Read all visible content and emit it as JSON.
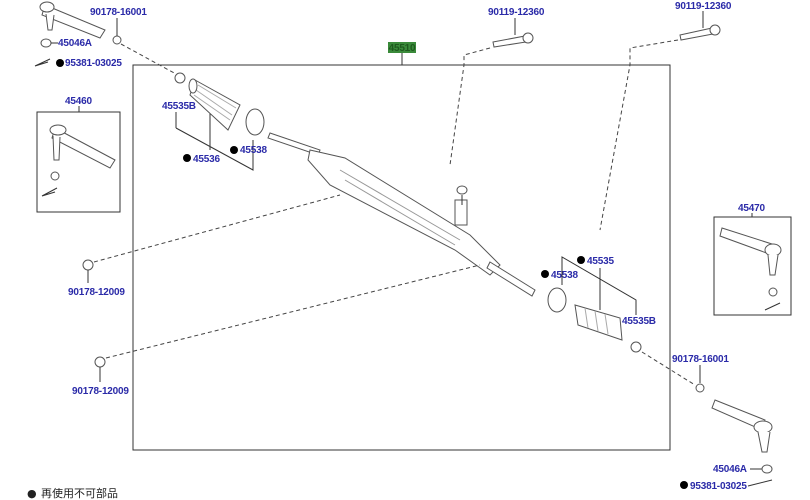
{
  "diagram": {
    "assembly_label": "45510",
    "assembly_label_color": "#3a8a3a",
    "label_color": "#2a2aa8",
    "labels": {
      "tie_rod_nut_left": "90178-16001",
      "nut_left": "45046A",
      "cotter_pin_left": "95381-03025",
      "tie_rod_end_left": "45460",
      "boot_clamp_left": "45535B",
      "boot_left": "45536",
      "clamp_left": "45538",
      "bolt_center": "90119-12360",
      "bolt_right": "90119-12360",
      "tie_rod_end_right": "45470",
      "mount_nut_upper": "90178-12009",
      "mount_nut_lower": "90178-12009",
      "clamp_right": "45538",
      "boot_right": "45535",
      "boot_clamp_right": "45535B",
      "tie_rod_nut_right": "90178-16001",
      "nut_right": "45046A",
      "cotter_pin_right": "95381-03025"
    },
    "legend": {
      "symbol": "●",
      "text": "再使用不可部品"
    }
  }
}
